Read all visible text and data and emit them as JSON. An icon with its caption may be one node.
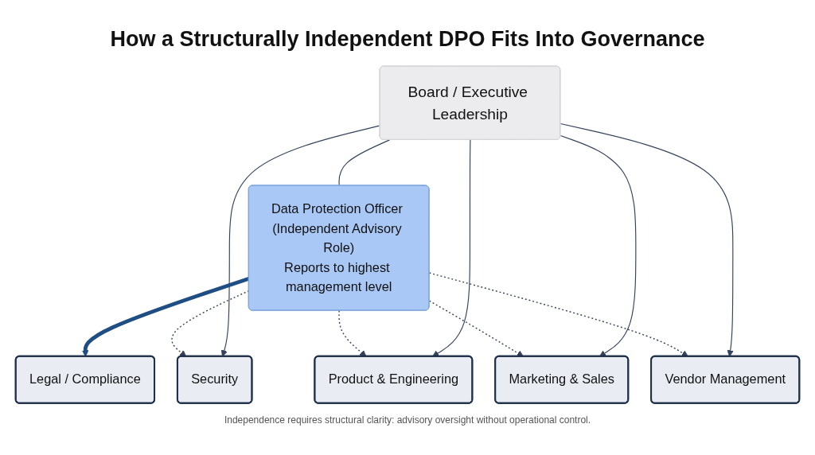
{
  "diagram": {
    "title": "How a Structurally Independent DPO Fits Into Governance",
    "caption": "Independence requires structural clarity: advisory oversight without operational control.",
    "nodes": [
      {
        "text": [
          "Board / Executive Leadership"
        ]
      },
      {
        "text": [
          "Data Protection Officer (Independent Advisory Role)",
          "Reports to highest management level"
        ]
      },
      {
        "text": [
          "Security"
        ]
      },
      {
        "text": [
          "Product & Engineering"
        ]
      },
      {
        "text": [
          "Legal / Compliance"
        ]
      },
      {
        "text": [
          "Marketing & Sales"
        ]
      },
      {
        "text": [
          "Vendor Management"
        ]
      }
    ],
    "edges": [
      {
        "from": 0,
        "to": 1,
        "arrow": "none"
      },
      {
        "from": 0,
        "to": 2,
        "arrow": "to"
      },
      {
        "from": 0,
        "to": 3,
        "arrow": "to"
      },
      {
        "from": 0,
        "to": 5,
        "arrow": "to"
      },
      {
        "from": 0,
        "to": 6,
        "arrow": "to"
      },
      {
        "from": 1,
        "to": 4,
        "arrow": "to",
        "style": "thick",
        "color": "#1f4e85"
      },
      {
        "from": 1,
        "to": 2,
        "arrow": "to",
        "style": "dashed"
      },
      {
        "from": 1,
        "to": 3,
        "arrow": "to",
        "style": "dashed"
      },
      {
        "from": 1,
        "to": 5,
        "arrow": "to",
        "style": "dashed"
      },
      {
        "from": 1,
        "to": 6,
        "arrow": "to",
        "style": "dashed"
      }
    ]
  }
}
